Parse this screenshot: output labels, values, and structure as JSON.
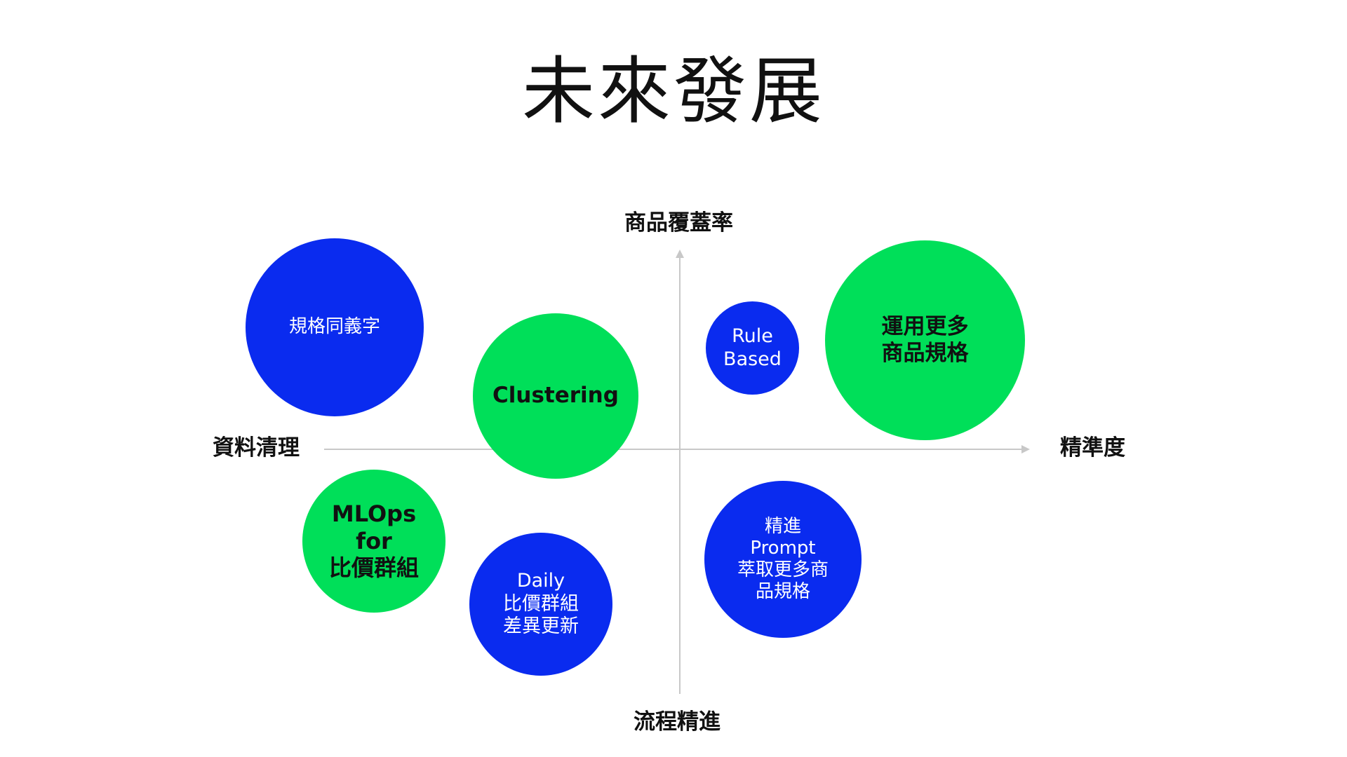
{
  "title": "未來發展",
  "axes": {
    "top": "商品覆蓋率",
    "bottom": "流程精進",
    "left": "資料清理",
    "right": "精準度",
    "line_color": "#c8c8c8"
  },
  "colors": {
    "blue": "#0a2bef",
    "green": "#00df59"
  },
  "bubbles": [
    {
      "text": "規格同義字",
      "color": "blue"
    },
    {
      "text": "Clustering",
      "color": "green"
    },
    {
      "text": "Rule\nBased",
      "color": "blue"
    },
    {
      "text": "運用更多\n商品規格",
      "color": "green"
    },
    {
      "text": "MLOps\nfor\n比價群組",
      "color": "green"
    },
    {
      "text": "Daily\n比價群組\n差異更新",
      "color": "blue"
    },
    {
      "text": "精進\nPrompt\n萃取更多商\n品規格",
      "color": "blue"
    }
  ]
}
